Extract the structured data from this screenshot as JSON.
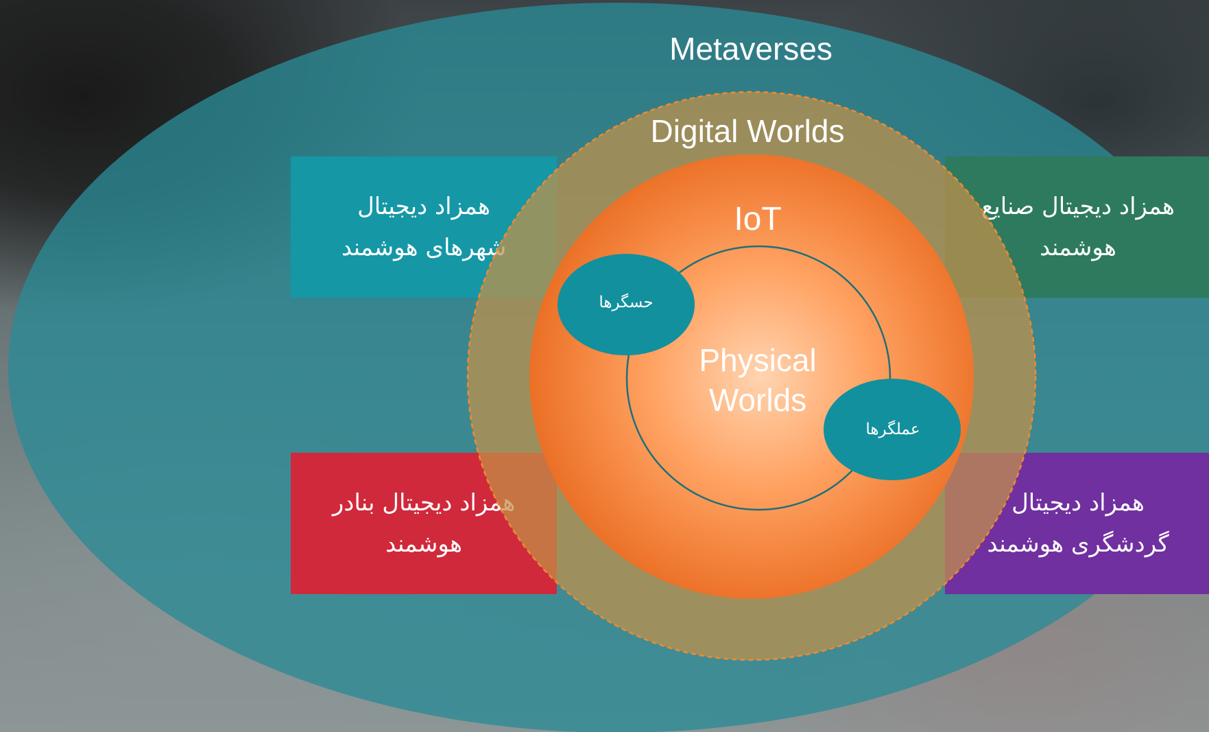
{
  "diagram": {
    "outer_label": "Metaverses",
    "middle_label": "Digital Worlds",
    "inner_label": "IoT",
    "core_label": "Physical Worlds",
    "sensors_label": "حسگرها",
    "actuators_label": "عملگرها",
    "boxes": [
      {
        "line1": "همزاد دیجیتال",
        "line2": "شهرهای هوشمند",
        "color": "#1597a6"
      },
      {
        "line1": "همزاد دیجیتال صنایع",
        "line2": "هوشمند",
        "color": "#2e7a5e"
      },
      {
        "line1": "همزاد دیجیتال بنادر",
        "line2": "هوشمند",
        "color": "#d0293b"
      },
      {
        "line1": "همزاد دیجیتال",
        "line2": "گردشگری هوشمند",
        "color": "#7030a0"
      }
    ]
  },
  "colors": {
    "ellipse": "#2a8a96",
    "digital_ring": "#b08a4e",
    "iot_sphere": "#f07a2a",
    "bubble": "#12909e"
  }
}
